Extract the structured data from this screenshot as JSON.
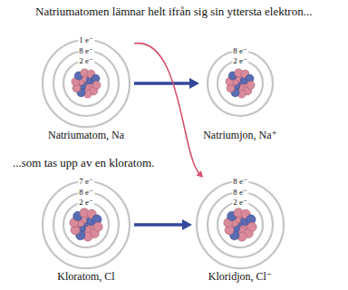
{
  "diagram": {
    "nodes": [
      {
        "text": [
          "1 e⁻",
          "8 e⁻",
          "2 e⁻",
          "Natriumatom, Na"
        ]
      },
      {
        "text": [
          "8 e⁻",
          "2 e⁻",
          "Natriumjon, Na⁺"
        ]
      },
      {
        "text": [
          "7 e⁻",
          "8 e⁻",
          "2 e⁻",
          "Kloratom, Cl"
        ]
      },
      {
        "text": [
          "8 e⁻",
          "8 e⁻",
          "2 e⁻",
          "Kloridjon, Cl⁻"
        ]
      }
    ],
    "edges": [
      {
        "from": 0,
        "to": 1,
        "arrow": "to"
      },
      {
        "from": 2,
        "to": 3,
        "arrow": "to"
      },
      {
        "from": 0,
        "to": 3,
        "arrow": "to"
      }
    ],
    "labels": [
      "Natriumatomen lämnar helt ifrån sig sin yttersta elektron...",
      "...som tas upp av en kloratom."
    ]
  }
}
